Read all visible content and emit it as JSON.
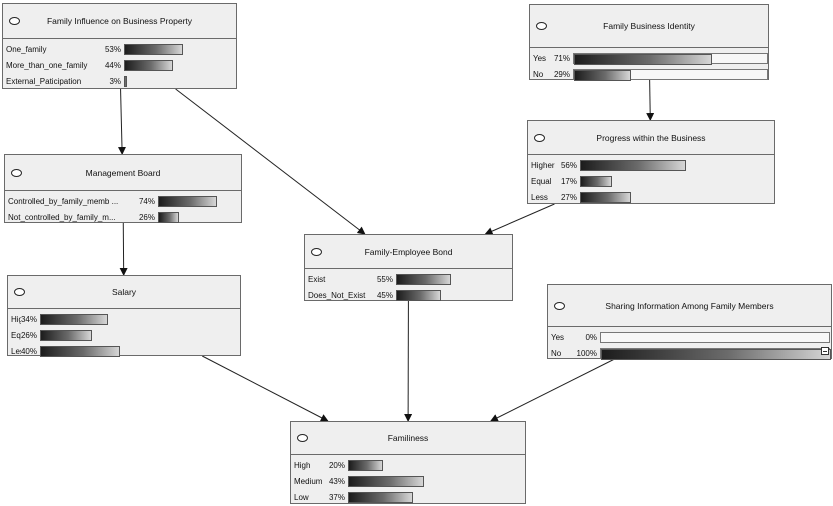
{
  "nodes": {
    "family_influence": {
      "title": "Family Influence on Business Property",
      "states": [
        {
          "label": "One_family",
          "pct": "53%",
          "value": 53
        },
        {
          "label": "More_than_one_family",
          "pct": "44%",
          "value": 44
        },
        {
          "label": "External_Paticipation",
          "pct": "3%",
          "value": 3
        }
      ]
    },
    "family_business_identity": {
      "title": "Family Business Identity",
      "states": [
        {
          "label": "Yes",
          "pct": "71%",
          "value": 71
        },
        {
          "label": "No",
          "pct": "29%",
          "value": 29
        }
      ]
    },
    "progress": {
      "title": "Progress within the Business",
      "states": [
        {
          "label": "Higher",
          "pct": "56%",
          "value": 56
        },
        {
          "label": "Equal",
          "pct": "17%",
          "value": 17
        },
        {
          "label": "Less",
          "pct": "27%",
          "value": 27
        }
      ]
    },
    "management_board": {
      "title": "Management Board",
      "states": [
        {
          "label": "Controlled_by_family_memb ...",
          "pct": "74%",
          "value": 74
        },
        {
          "label": "Not_controlled_by_family_m...",
          "pct": "26%",
          "value": 26
        }
      ]
    },
    "family_employee_bond": {
      "title": "Family-Employee Bond",
      "states": [
        {
          "label": "Exist",
          "pct": "55%",
          "value": 55
        },
        {
          "label": "Does_Not_Exist",
          "pct": "45%",
          "value": 45
        }
      ]
    },
    "salary": {
      "title": "Salary",
      "states": [
        {
          "label": "Higher",
          "pct": "34%",
          "value": 34
        },
        {
          "label": "Equal",
          "pct": "26%",
          "value": 26
        },
        {
          "label": "Less",
          "pct": "40%",
          "value": 40
        }
      ]
    },
    "sharing_info": {
      "title": "Sharing Information Among Family Members",
      "states": [
        {
          "label": "Yes",
          "pct": "0%",
          "value": 0
        },
        {
          "label": "No",
          "pct": "100%",
          "value": 100
        }
      ]
    },
    "familiness": {
      "title": "Familiness",
      "states": [
        {
          "label": "High",
          "pct": "20%",
          "value": 20
        },
        {
          "label": "Medium",
          "pct": "43%",
          "value": 43
        },
        {
          "label": "Low",
          "pct": "37%",
          "value": 37
        }
      ]
    }
  },
  "edges": [
    {
      "from": "family_influence",
      "to": "management_board"
    },
    {
      "from": "family_influence",
      "to": "family_employee_bond"
    },
    {
      "from": "family_business_identity",
      "to": "progress"
    },
    {
      "from": "progress",
      "to": "family_employee_bond"
    },
    {
      "from": "management_board",
      "to": "salary"
    },
    {
      "from": "salary",
      "to": "familiness"
    },
    {
      "from": "family_employee_bond",
      "to": "familiness"
    },
    {
      "from": "sharing_info",
      "to": "familiness"
    }
  ]
}
